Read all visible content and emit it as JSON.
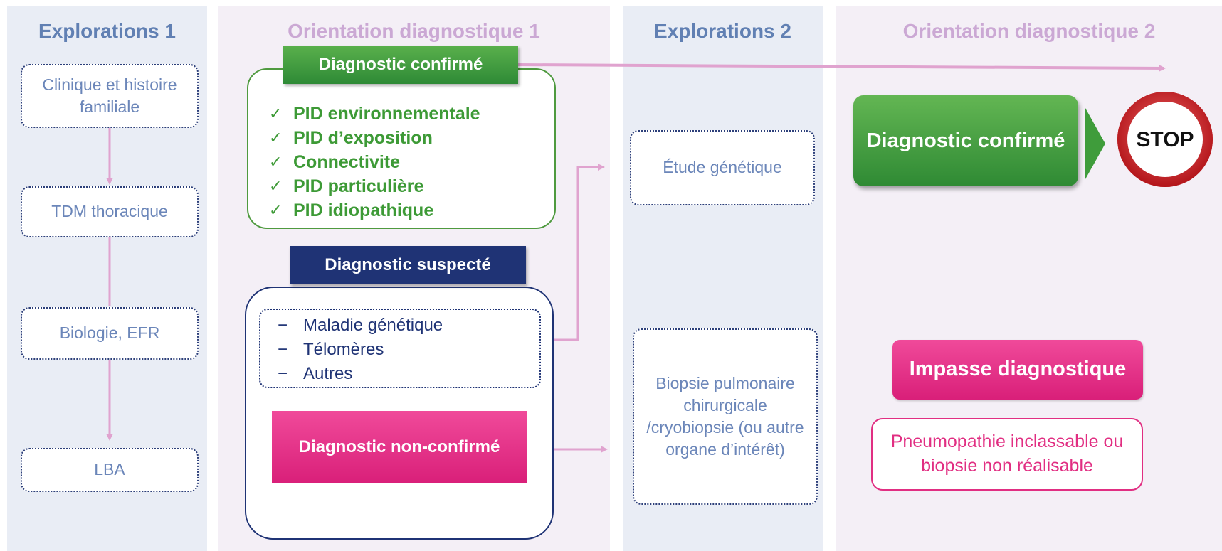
{
  "columns": {
    "explorations1": "Explorations 1",
    "orientation1": "Orientation diagnostique 1",
    "explorations2": "Explorations 2",
    "orientation2": "Orientation diagnostique 2"
  },
  "explorations1_steps": [
    "Clinique et histoire familiale",
    "TDM thoracique",
    "Biologie, EFR",
    "LBA"
  ],
  "confirmed": {
    "label": "Diagnostic confirmé",
    "items": [
      "PID environnementale",
      "PID d’exposition",
      "Connectivite",
      "PID particulière",
      "PID idiopathique"
    ]
  },
  "suspected": {
    "label": "Diagnostic suspecté",
    "items": [
      "Maladie génétique",
      "Télomères",
      "Autres"
    ],
    "not_confirmed_label": "Diagnostic non-confirmé"
  },
  "explorations2_steps": [
    "Étude génétique",
    "Biopsie pulmonaire chirurgicale /cryobiopsie (ou autre organe d’intérêt)"
  ],
  "outcome": {
    "confirmed_label": "Diagnostic confirmé",
    "stop_sign": "STOP",
    "impasse_label": "Impasse diagnostique",
    "impasse_detail": "Pneumopathie inclassable ou biopsie non réalisable"
  },
  "colors": {
    "explorations_bg": "#e9edf5",
    "orientation_bg": "#f4eff6",
    "explorations_title": "#6180b3",
    "orientation_title": "#cba8d4",
    "green": "#3d9a36",
    "navy": "#1f3375",
    "pink": "#e12e82",
    "arrow": "#e0a3cf"
  },
  "icons": {
    "check": "checkmark-icon",
    "dash": "dash-bullet",
    "stop": "stop-sign-icon",
    "chevron": "chevron-right-icon"
  }
}
